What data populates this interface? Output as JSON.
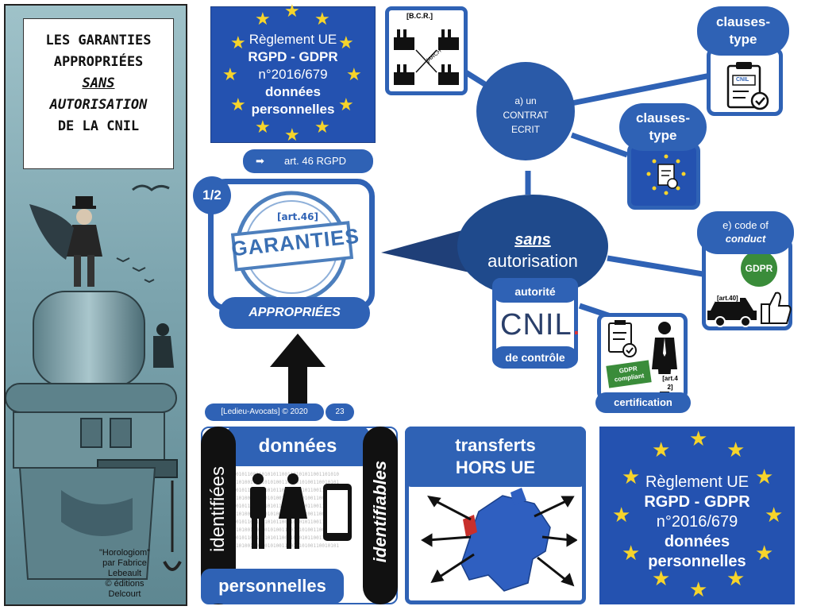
{
  "comic": {
    "title_lines": [
      "LES GARANTIES",
      "APPROPRIÉES",
      "SANS",
      "AUTORISATION",
      "DE LA CNIL"
    ],
    "credit_lines": [
      "\"Horologiom\"",
      "par Fabrice",
      "Lebeault",
      "© éditions",
      "Delcourt"
    ]
  },
  "eu_box": {
    "line1": "Règlement UE",
    "line2": "RGPD - GDPR",
    "line3": "n°2016/679",
    "line4": "données",
    "line5": "personnelles"
  },
  "art46": {
    "label": "art. 46 RGPD",
    "arrow": "➡"
  },
  "garanties": {
    "page_badge": "1/2",
    "stamp_art": "[art.46]",
    "stamp_word": "GARANTIES",
    "caption": "APPROPRIÉES"
  },
  "footer_ref": {
    "label": "[Ledieu-Avocats] © 2020",
    "page": "23"
  },
  "bcr": {
    "label": "[B.C.R.]",
    "arch": "[ARCH"
  },
  "contrat": {
    "line1": "a) un",
    "line2": "CONTRAT",
    "line3": "ECRIT"
  },
  "clauses1": {
    "title_l1": "clauses-",
    "title_l2": "type",
    "doc_label": "CNIL"
  },
  "clauses2": {
    "title_l1": "clauses-",
    "title_l2": "type"
  },
  "sans": {
    "word": "sans",
    "sub": "autorisation",
    "autorite": "autorité",
    "cnil": "CNIL",
    "cnil_dot": ".",
    "controle": "de contrôle"
  },
  "code": {
    "title_l1": "e) code of",
    "title_l2": "conduct",
    "badge": "GDPR",
    "car_tag": "[art.40]"
  },
  "certif": {
    "caption": "certification",
    "badge_l1": "GDPR",
    "badge_l2": "compliant",
    "art_l1": "[art.4",
    "art_l2": "2]"
  },
  "donnees": {
    "title": "données",
    "left_vertical": "identifiées",
    "right_vertical": "identifiables",
    "bottom": "personnelles"
  },
  "transferts": {
    "line1": "transferts",
    "line2": "HORS UE"
  },
  "colors": {
    "blue": "#2f62b5",
    "dark_navy": "#1f3f78",
    "gold": "#f6d42b",
    "green": "#3a8c3a",
    "black": "#111111"
  }
}
